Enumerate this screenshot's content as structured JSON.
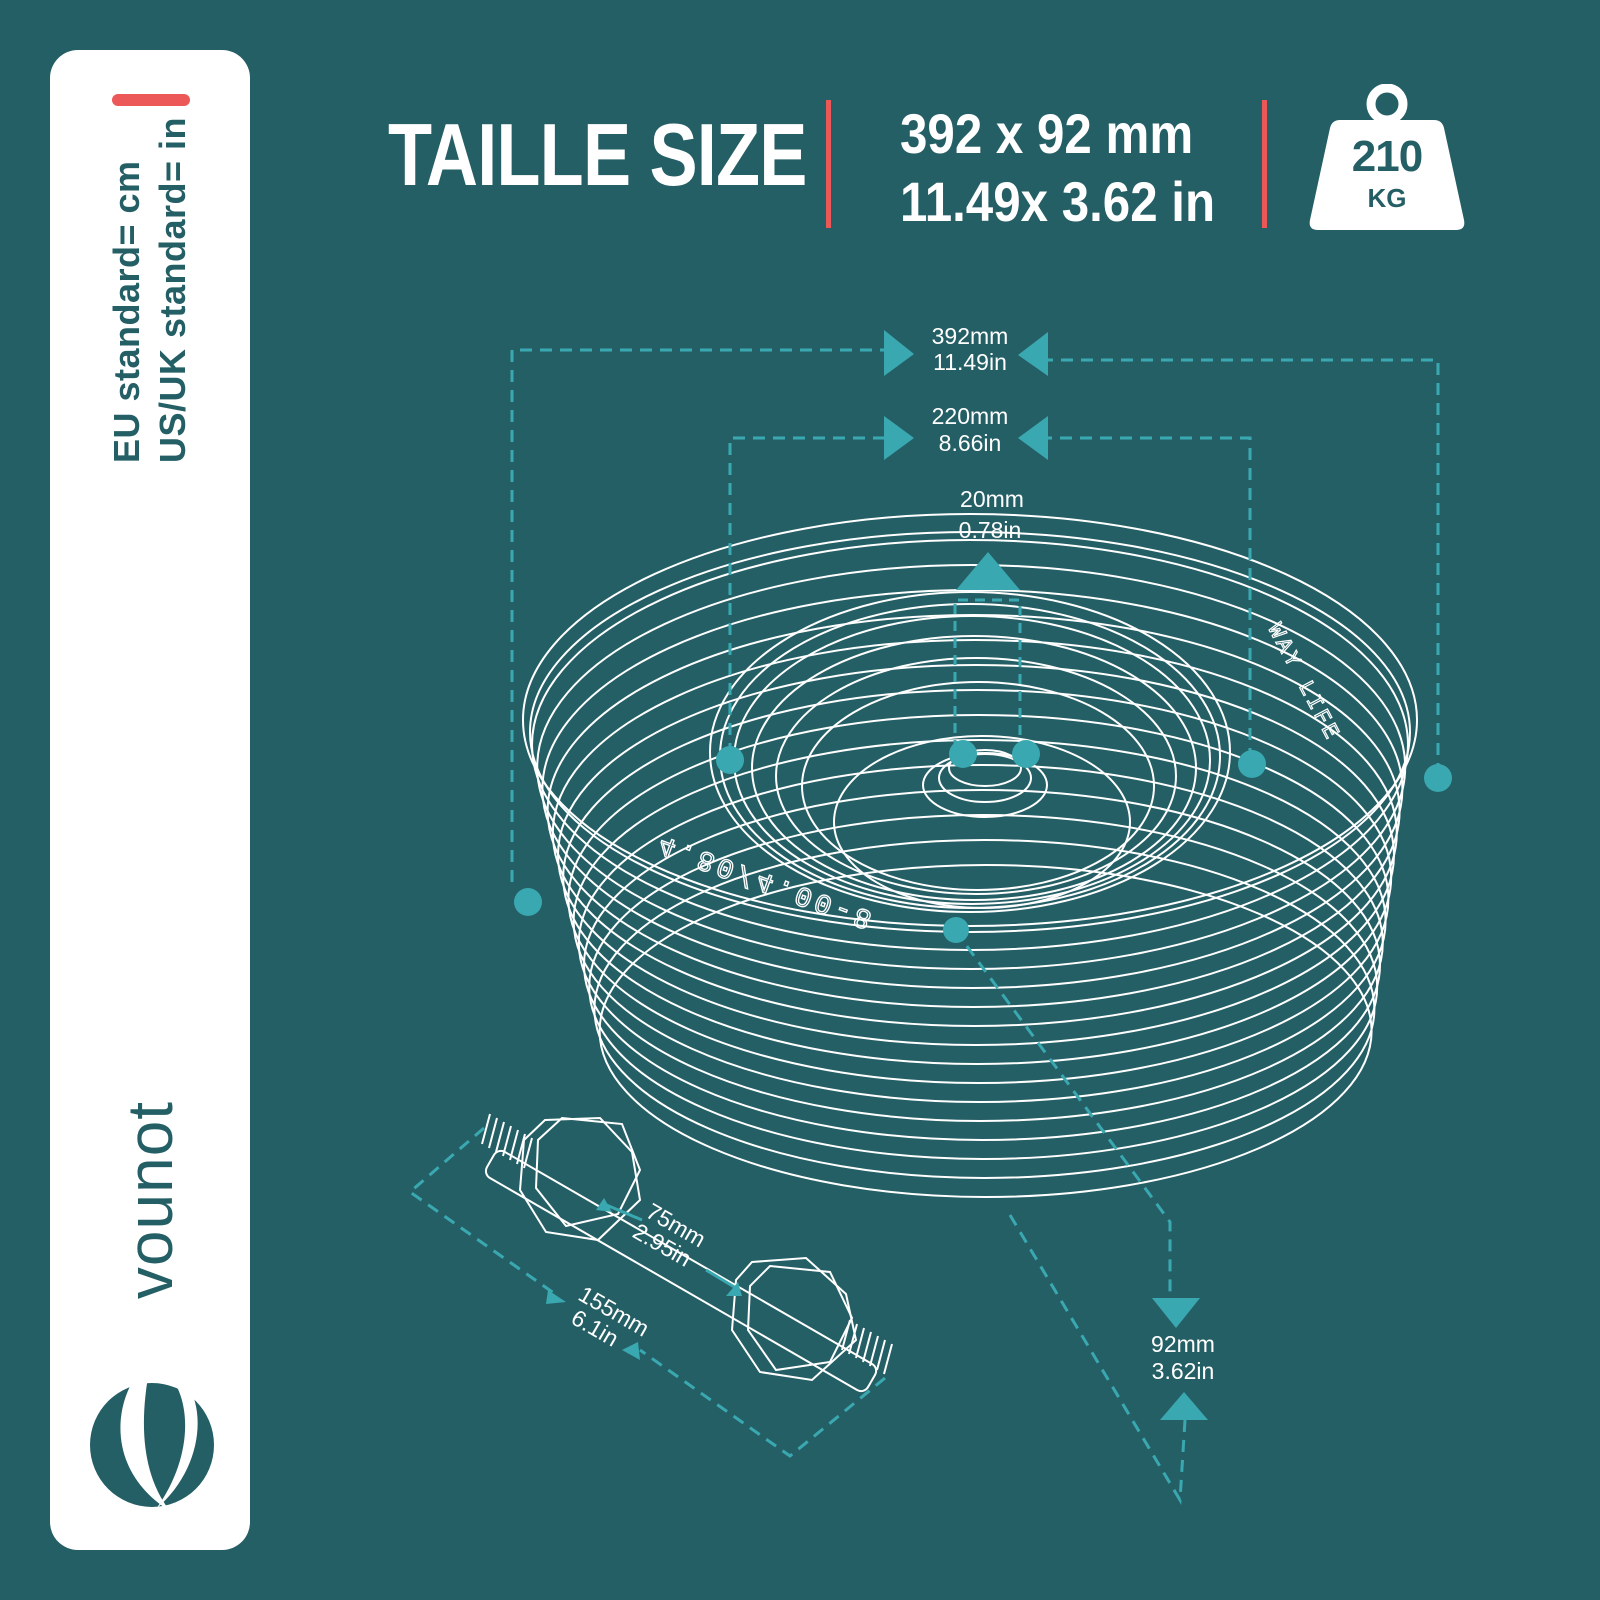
{
  "sidebar": {
    "eu_standard": "EU standard= cm",
    "us_standard": "US/UK standard= in",
    "brand": "vounot"
  },
  "header": {
    "title": "TAILLE SIZE",
    "size_mm": "392 x 92 mm",
    "size_in": "11.49x 3.62 in",
    "weight_value": "210",
    "weight_unit": "KG"
  },
  "dimensions": {
    "outer_mm": "392mm",
    "outer_in": "11.49in",
    "rim_mm": "220mm",
    "rim_in": "8.66in",
    "bore_mm": "20mm",
    "bore_in": "0.78in",
    "width_mm": "92mm",
    "width_in": "3.62in",
    "axle_inner_mm": "75mm",
    "axle_inner_in": "2.95in",
    "axle_total_mm": "155mm",
    "axle_total_in": "6.1in"
  },
  "tire": {
    "sidewall_size": "4.80/4.00-8",
    "sidewall_text": "WAY LIFE"
  },
  "colors": {
    "background": "#255f66",
    "accent_red": "#ec5858",
    "accent_teal": "#3aa8b0",
    "panel": "#ffffff"
  }
}
